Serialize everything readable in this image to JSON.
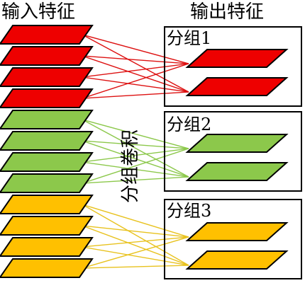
{
  "titles": {
    "input": "输入特征",
    "output": "输出特征"
  },
  "center_label": "分组卷积",
  "groups": [
    {
      "label": "分组1",
      "color": "#ee0000"
    },
    {
      "label": "分组2",
      "color": "#8cc84b"
    },
    {
      "label": "分组3",
      "color": "#ffc000"
    }
  ],
  "line_colors": [
    "#dd1111",
    "#8cc84b",
    "#e8c21e"
  ],
  "input_channels_per_group": 4,
  "output_channels_per_group": 2
}
